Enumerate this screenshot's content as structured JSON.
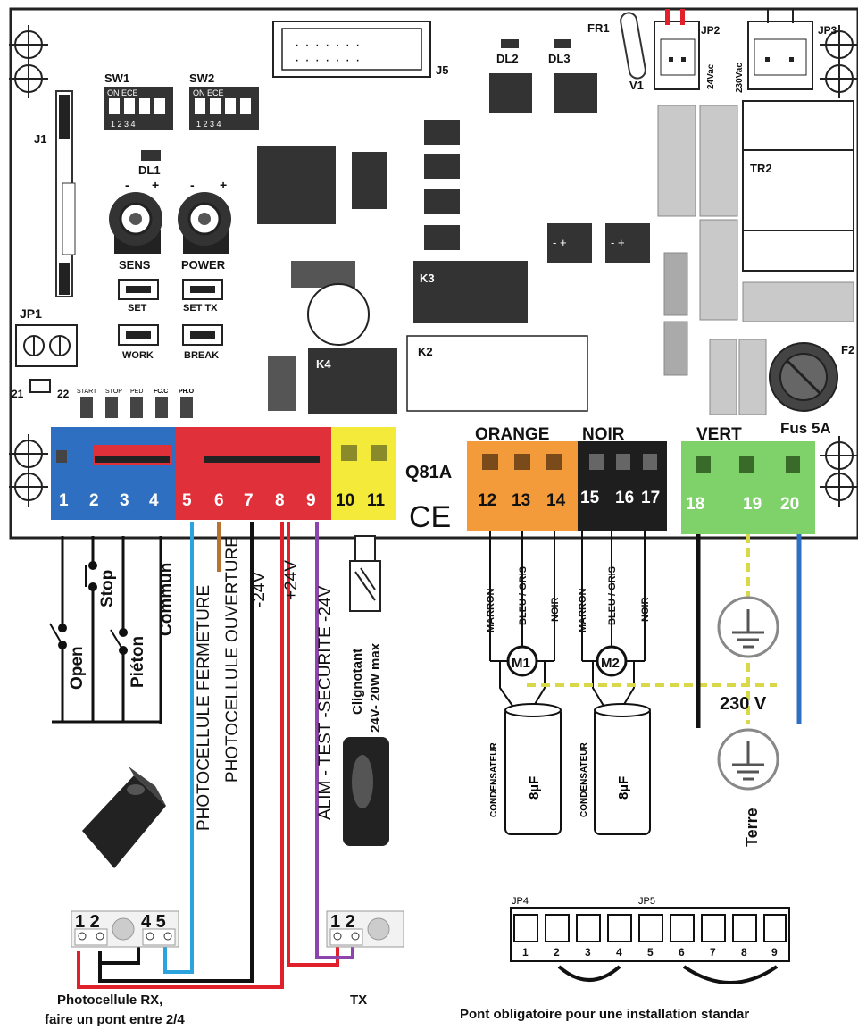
{
  "board": {
    "model": "Q81A",
    "ce_mark": "CE",
    "components": {
      "sw1": "SW1",
      "sw2": "SW2",
      "dip_top": "ON  ECE",
      "dip_nums": "1 2 3 4",
      "j1": "J1",
      "j5": "J5",
      "dl1": "DL1",
      "dl2": "DL2",
      "dl3": "DL3",
      "fr1": "FR1",
      "v1": "V1",
      "jp2": "JP2",
      "jp3": "JP3",
      "v24ac": "24Vac",
      "v230ac": "230Vac",
      "tr2": "TR2",
      "k3": "K3",
      "k2": "K2",
      "k4": "K4",
      "f2": "F2",
      "jp1": "JP1",
      "sens": "SENS",
      "power": "POWER",
      "set": "SET",
      "set_tx": "SET  TX",
      "work": "WORK",
      "break": "BREAK",
      "j21": "21",
      "j22": "22",
      "fus": "Fus 5A",
      "led_start": "START",
      "led_stop": "STOP",
      "led_ped": "PED",
      "led_fc_c": "FC.C",
      "led_ph_o": "PH.O"
    },
    "blocks": {
      "orange": "ORANGE",
      "noir": "NOIR",
      "vert": "VERT"
    },
    "terminals": [
      "1",
      "2",
      "3",
      "4",
      "5",
      "6",
      "7",
      "8",
      "9",
      "10",
      "11",
      "12",
      "13",
      "14",
      "15",
      "16",
      "17",
      "18",
      "19",
      "20"
    ]
  },
  "wiring": {
    "inputs": [
      "Open",
      "Stop",
      "Piéton",
      "Commun"
    ],
    "vertical_labels": [
      "PHOTOCELLULE FERMETURE",
      "PHOTOCELLULE OUVERTURE",
      "-24V",
      "+24V",
      "ALIM - TEST -SECURITE -24V"
    ],
    "clignotant": "Clignotant",
    "clignotant_spec": "24V- 20W max",
    "motor_wires": [
      "MARRON",
      "BLEU / GRIS",
      "NOIR"
    ],
    "motor1": "M1",
    "motor2": "M2",
    "condensateur": "CONDENSATEUR",
    "capacitance": "8µF",
    "mains": "230 V",
    "terre": "Terre",
    "rx_caption_1": "Photocellule RX,",
    "rx_caption_2": "faire un pont entre 2/4",
    "rx_nums_left": "1 2",
    "rx_nums_right": "4 5",
    "tx_caption": "TX",
    "tx_nums": "1 2"
  },
  "jumpers": {
    "jp4": "JP4",
    "jp5": "JP5",
    "numbers": [
      "1",
      "2",
      "3",
      "4",
      "5",
      "6",
      "7",
      "8",
      "9"
    ],
    "caption": "Pont obligatoire pour une installation standar"
  },
  "colors": {
    "blue_block": "#2f6fc1",
    "red_block": "#e0313a",
    "yellow_block": "#f3ea3a",
    "orange_block": "#f39a3a",
    "black_block": "#1e1e1e",
    "green_block": "#7fd16a",
    "wire_blue": "#2aa3df",
    "wire_brown": "#b87333",
    "wire_red": "#e0202a",
    "wire_purple": "#8e44ad",
    "wire_black": "#111111",
    "wire_yellow": "#d8d84a"
  }
}
